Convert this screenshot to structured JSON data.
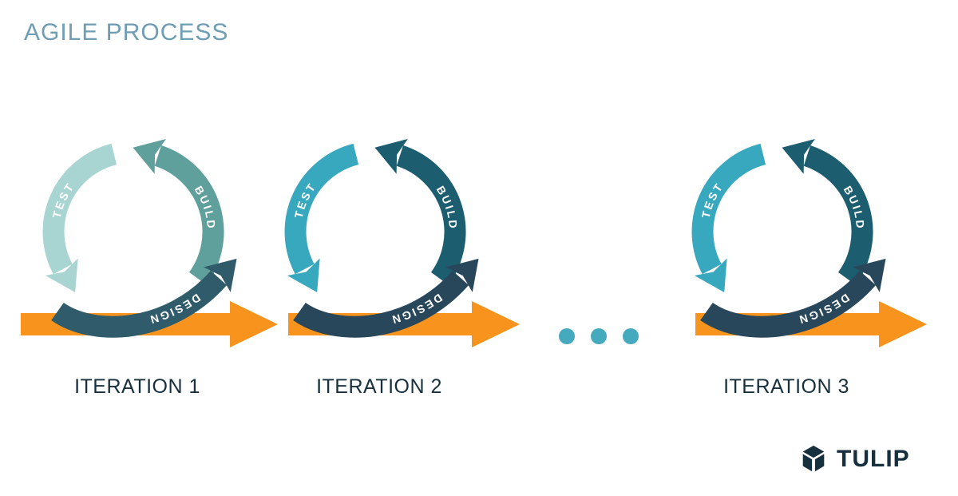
{
  "title": "AGILE PROCESS",
  "palette": {
    "title": "#6E9DB4",
    "orange": "#F8941D",
    "dots": "#46AABE",
    "iteration_label": "#17303E",
    "logo": "#17303E",
    "arc_label_text": "#FFFFFF"
  },
  "cycles": [
    {
      "name": "ITERATION 1",
      "steps": {
        "test": "TEST",
        "build": "BUILD",
        "design": "DESIGN"
      },
      "colors": {
        "test": "#A8D5D2",
        "build": "#60A09C",
        "design": "#2F5B6A"
      }
    },
    {
      "name": "ITERATION 2",
      "steps": {
        "test": "TEST",
        "build": "BUILD",
        "design": "DESIGN"
      },
      "colors": {
        "test": "#37A8BD",
        "build": "#1C5D70",
        "design": "#28475A"
      }
    },
    {
      "name": "ITERATION 3",
      "steps": {
        "test": "TEST",
        "build": "BUILD",
        "design": "DESIGN"
      },
      "colors": {
        "test": "#37A8BD",
        "build": "#1C5D70",
        "design": "#28475A"
      }
    }
  ],
  "ellipsis_dot_count": 3,
  "logo_text": "TULIP"
}
